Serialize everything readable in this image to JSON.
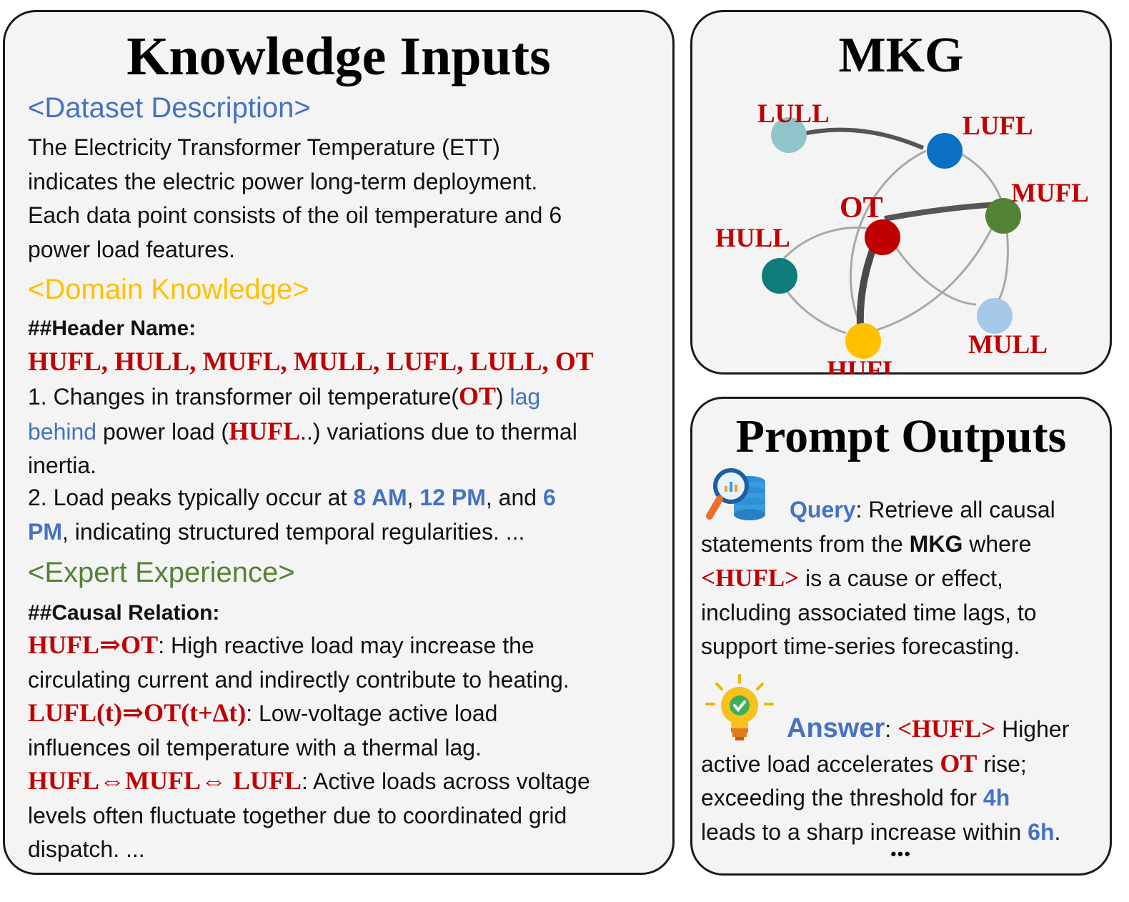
{
  "knowledge": {
    "title": "Knowledge Inputs",
    "dataset": {
      "heading": "<Dataset Description>",
      "line1": "The Electricity Transformer Temperature (ETT)",
      "line2": "indicates the electric power long-term deployment.",
      "line3": "Each data point consists of the oil temperature and 6",
      "line4": "power load features."
    },
    "domain": {
      "heading": "<Domain Knowledge>",
      "header_label": "##Header Name:",
      "headers": "HUFL, HULL, MUFL, MULL, LUFL, LULL,  OT",
      "item1": {
        "t1": "1. Changes in transformer oil temperature(",
        "ot": "OT",
        "t2": ") ",
        "lag1": "lag",
        "lag2": "behind",
        "t3": " power load (",
        "hufl": "HUFL",
        "t4": "..) variations due to thermal",
        "t5": "inertia."
      },
      "item2": {
        "t1": "2. Load peaks typically occur at ",
        "am8": "8 AM",
        "c1": ", ",
        "pm12": "12 PM",
        "c2": ", and ",
        "pm6a": "6",
        "pm6b": "PM",
        "t2": ", indicating structured temporal regularities. ..."
      }
    },
    "expert": {
      "heading": "<Expert Experience>",
      "label": "##Causal Relation:",
      "r1": {
        "rel": "HUFL⇒OT",
        "t1": ": High reactive load may increase the",
        "t2": "circulating current and indirectly contribute to heating."
      },
      "r2": {
        "rel": "LUFL(t)⇒OT(t+Δt)",
        "t1": ": Low-voltage active load",
        "t2": "influences oil temperature with a thermal lag."
      },
      "r3": {
        "rel": "HUFL⇔MUFL⇔ LUFL",
        "t1": ": Active loads across voltage",
        "t2": "levels often fluctuate together due to coordinated grid",
        "t3": "dispatch.     ..."
      }
    }
  },
  "mkg": {
    "title": "MKG",
    "nodes": [
      {
        "label": "LULL",
        "color": "#8fc5c8"
      },
      {
        "label": "LUFL",
        "color": "#0a70c4"
      },
      {
        "label": "MUFL",
        "color": "#548235"
      },
      {
        "label": "OT",
        "color": "#c00000"
      },
      {
        "label": "HULL",
        "color": "#0e7d7a"
      },
      {
        "label": "MULL",
        "color": "#a7c8e8"
      },
      {
        "label": "HUFL",
        "color": "#ffc000"
      }
    ],
    "label_color": "#c00000"
  },
  "prompt": {
    "title": "Prompt Outputs",
    "query": {
      "label": "Query",
      "t1": ":  Retrieve all causal",
      "t2a": "statements from the ",
      "mkg": "MKG",
      "t2b": " where",
      "hufl": "<HUFL>",
      "t3": " is a cause or effect,",
      "t4": "including associated time lags, to",
      "t5": "support time-series forecasting."
    },
    "answer": {
      "label": "Answer",
      "colon": ": ",
      "hufl": "<HUFL>",
      "t1": " Higher",
      "t2a": "active load accelerates ",
      "ot": "OT",
      "t2b": " rise;",
      "t3": "exceeding the threshold for ",
      "h4": "4h",
      "t4": "leads to a sharp increase within ",
      "h6": "6h",
      "t4end": ".",
      "ellipsis": "•••"
    }
  }
}
